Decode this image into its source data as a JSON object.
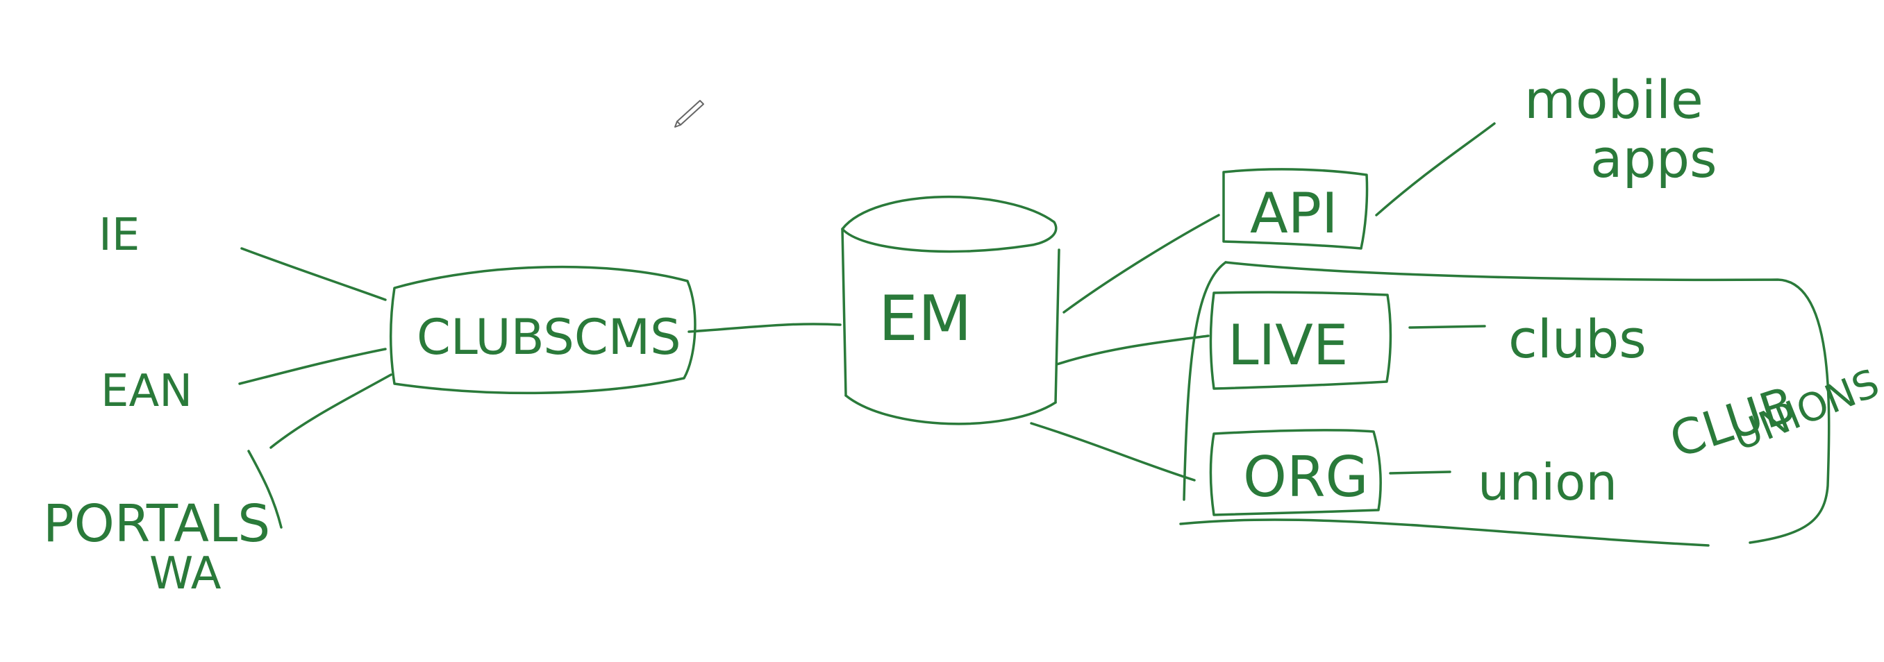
{
  "ink_color": "#2a7a3a",
  "cursor_icon": "pencil-icon",
  "nodes": {
    "ie": "IE",
    "ean": "EAN",
    "portals": "PORTALS",
    "wa": "WA",
    "clubscms": "CLUBSCMS",
    "db": "EM",
    "api": "API",
    "live": "LIVE",
    "org": "ORG",
    "mobile": "mobile",
    "apps": "apps",
    "clubs": "clubs",
    "union": "union",
    "group_top": "CLUB",
    "group_bottom": "UNIONS"
  }
}
